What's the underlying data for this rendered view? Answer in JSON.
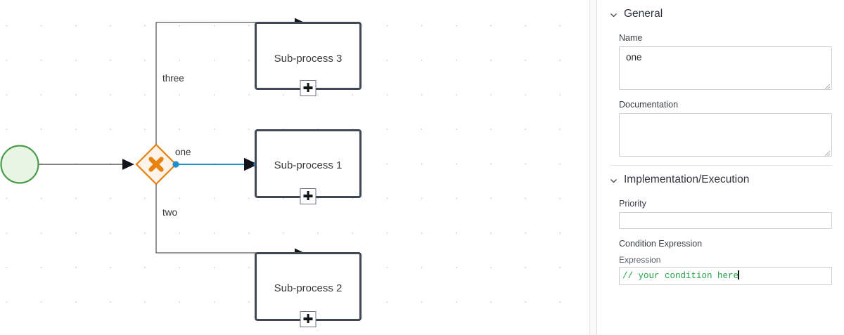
{
  "canvas": {
    "start_event": {
      "name": "start-event"
    },
    "gateway": {
      "type": "exclusive-gateway",
      "symbol": "X"
    },
    "flows": [
      {
        "label": "three",
        "target": "Sub-process 3",
        "selected": false
      },
      {
        "label": "one",
        "target": "Sub-process 1",
        "selected": true
      },
      {
        "label": "two",
        "target": "Sub-process 2",
        "selected": false
      }
    ],
    "subprocesses": [
      {
        "label": "Sub-process 3",
        "marker": "+"
      },
      {
        "label": "Sub-process 1",
        "marker": "+"
      },
      {
        "label": "Sub-process 2",
        "marker": "+"
      }
    ],
    "colors": {
      "start_stroke": "#4a9b4a",
      "start_fill": "#e8f5e4",
      "gateway_stroke": "#e8820c",
      "gateway_fill": "#fdf3e8",
      "gateway_symbol": "#e8820c",
      "shape_stroke": "#414853",
      "connection": "#5a5a5a",
      "selected_connection": "#1e90d2",
      "endpoint_handle": "#1e90d2"
    }
  },
  "panel": {
    "groups": [
      {
        "title": "General",
        "chevron": "chevron-down-icon",
        "fields": [
          {
            "label": "Name",
            "value": "one",
            "placeholder": "",
            "kind": "textarea"
          },
          {
            "label": "Documentation",
            "value": "",
            "placeholder": "",
            "kind": "textarea"
          }
        ]
      },
      {
        "title": "Implementation/Execution",
        "chevron": "chevron-down-icon",
        "fields": [
          {
            "label": "Priority",
            "value": "",
            "placeholder": "",
            "kind": "input"
          },
          {
            "label": "Condition Expression",
            "kind": "section"
          },
          {
            "label": "Expression",
            "value": "// your condition here",
            "kind": "code"
          }
        ]
      }
    ]
  }
}
